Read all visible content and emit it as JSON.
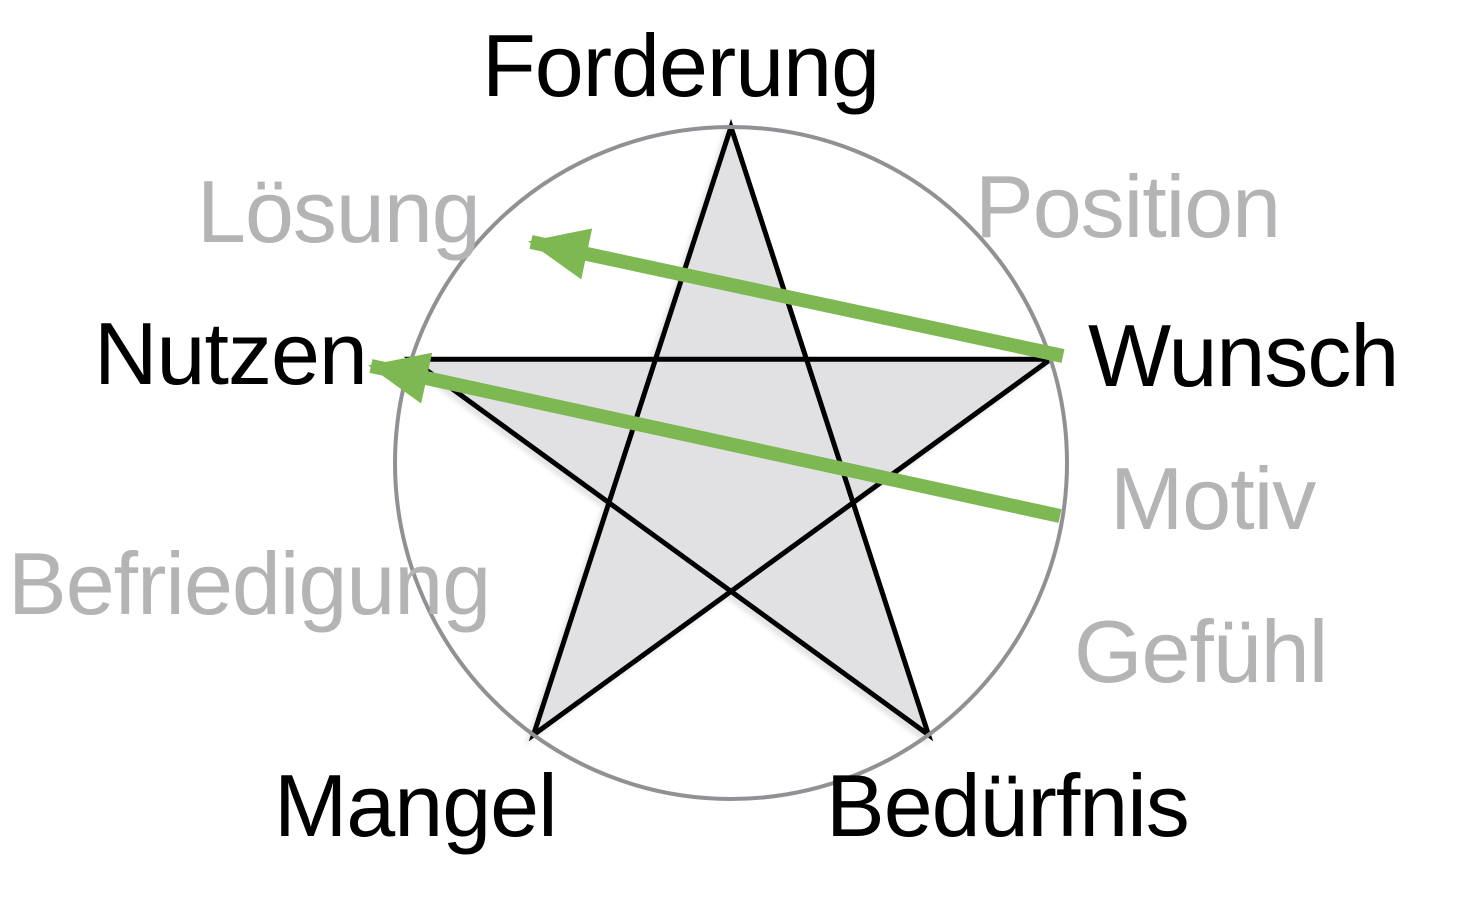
{
  "diagram": {
    "title": "",
    "labels": {
      "forderung": {
        "text": "Forderung",
        "tone": "black"
      },
      "loesung": {
        "text": "Lösung",
        "tone": "gray"
      },
      "position": {
        "text": "Position",
        "tone": "gray"
      },
      "nutzen": {
        "text": "Nutzen",
        "tone": "black"
      },
      "wunsch": {
        "text": "Wunsch",
        "tone": "black"
      },
      "motiv": {
        "text": "Motiv",
        "tone": "gray"
      },
      "gefuehl": {
        "text": "Gefühl",
        "tone": "gray"
      },
      "befriedigung": {
        "text": "Befriedigung",
        "tone": "gray"
      },
      "mangel": {
        "text": "Mangel",
        "tone": "black"
      },
      "beduerfnis": {
        "text": "Bedürfnis",
        "tone": "black"
      }
    },
    "shapes": {
      "circle": "outer circle",
      "star": "five-pointed pentagram, points at Forderung, Wunsch, Bedürfnis, Mangel, Nutzen"
    },
    "arrows": [
      {
        "from": "Wunsch",
        "to": "Lösung"
      },
      {
        "from": "Motiv",
        "to": "Nutzen"
      }
    ]
  },
  "colors": {
    "background": "#ffffff",
    "arrow_green": "#7eb853",
    "star_fill": "#e1e1e3",
    "star_stroke": "#000000",
    "circle_stroke": "#8f9194",
    "label_black": "#000000",
    "label_gray": "#b4b4b6"
  }
}
